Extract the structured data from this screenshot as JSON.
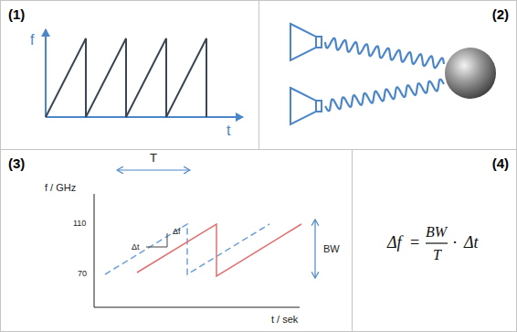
{
  "diagram": {
    "nodes": [
      {
        "text": [
          "(1)"
        ]
      },
      {
        "text": [
          "(2)"
        ]
      },
      {
        "text": [
          "(3)"
        ]
      },
      {
        "text": [
          "(4)"
        ]
      }
    ],
    "labels": [
      "f",
      "t",
      "f / GHz",
      "T",
      "110",
      "Δf",
      "Δt",
      "70",
      "BW",
      "t / sek",
      "Δf",
      "=",
      "BW",
      "T",
      "·",
      "Δt"
    ]
  }
}
